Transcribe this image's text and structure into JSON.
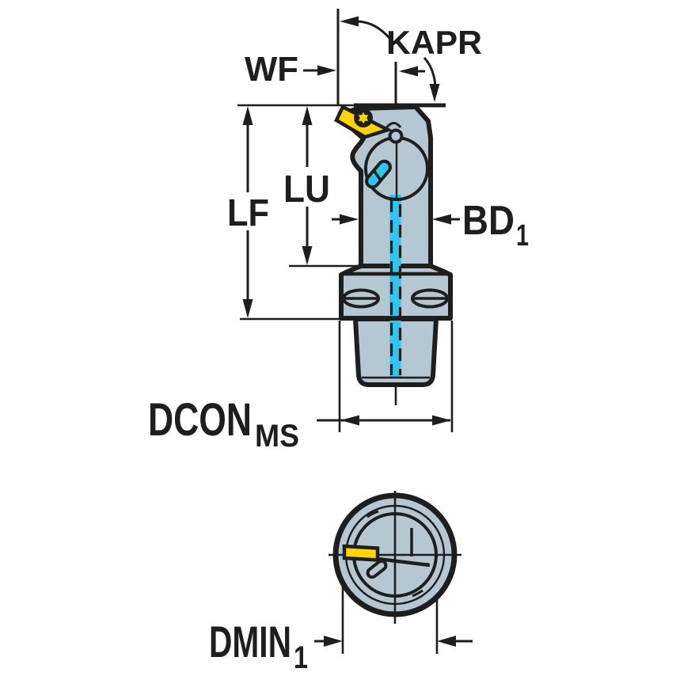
{
  "figure": {
    "background": "#ffffff",
    "line_color": "#1e1e1e",
    "body_color": "#b5c7d2",
    "insert_color": "#ffd400",
    "coolant_color": "#2fc5ef"
  },
  "drawing": {
    "type": "technical-drawing",
    "views": [
      "side-view",
      "end-view"
    ]
  },
  "labels": {
    "kapr": "KAPR",
    "wf": "WF",
    "lu": "LU",
    "lf": "LF",
    "bd": "BD",
    "bd_sub": "1",
    "dcon": "DCON",
    "dcon_sub": "MS",
    "dmin": "DMIN",
    "dmin_sub": "1"
  }
}
